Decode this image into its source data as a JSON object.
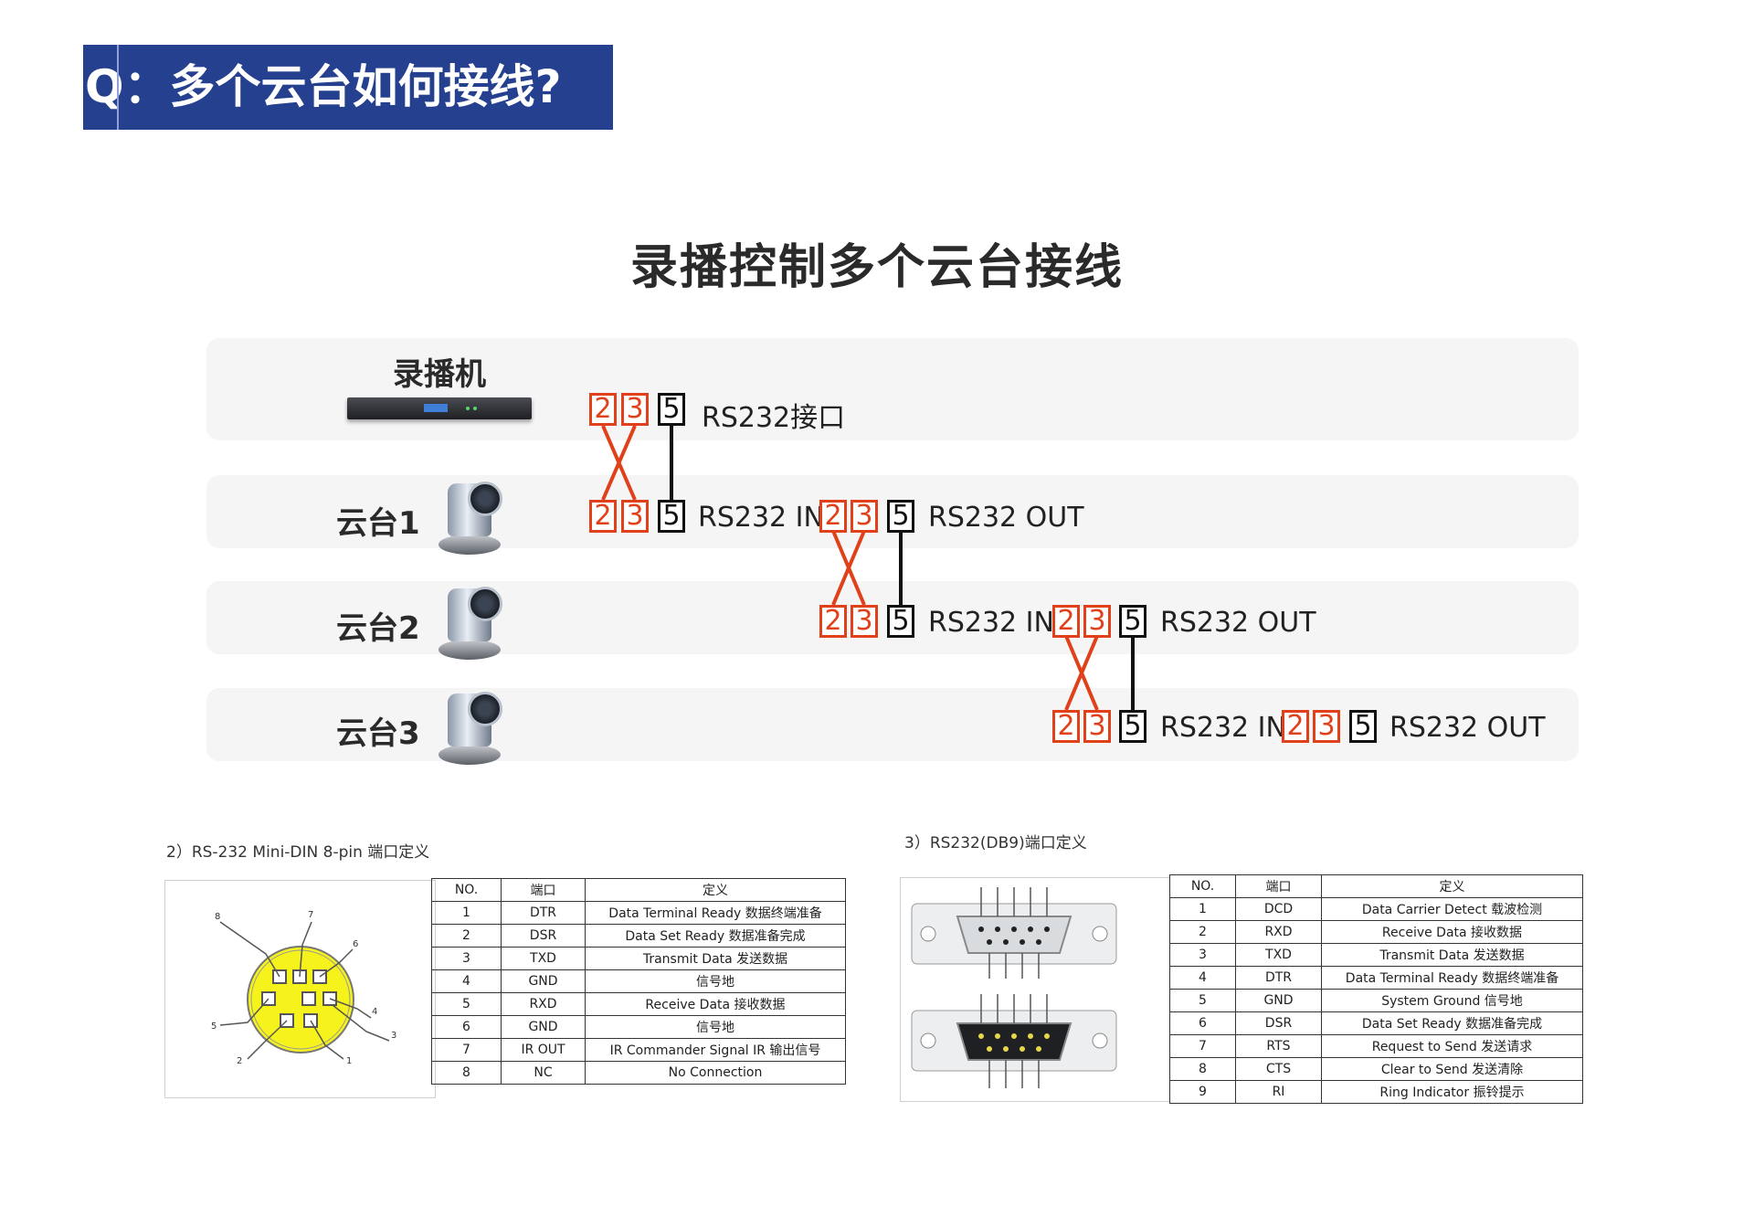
{
  "header": {
    "question": "Q：多个云台如何接线?"
  },
  "diagram": {
    "title": "录播控制多个云台接线",
    "recorder_label": "录播机",
    "recorder_port_label": "RS232接口",
    "pins": [
      "2",
      "3",
      "5"
    ],
    "cameras": [
      {
        "label": "云台1",
        "in_label": "RS232 IN",
        "out_label": "RS232 OUT"
      },
      {
        "label": "云台2",
        "in_label": "RS232 IN",
        "out_label": "RS232 OUT"
      },
      {
        "label": "云台3",
        "in_label": "RS232 IN",
        "out_label": "RS232 OUT"
      }
    ],
    "colors": {
      "crossed_pins": "#e0401a",
      "ground_pin": "#111111",
      "header_bg": "#25408f",
      "band_bg": "#f5f5f5"
    }
  },
  "minidin": {
    "caption": "2）RS-232 Mini-DIN 8-pin 端口定义",
    "connector_pin_numbers": [
      "8",
      "7",
      "6",
      "5",
      "4",
      "3",
      "2",
      "1"
    ],
    "headers": [
      "NO.",
      "端口",
      "定义"
    ],
    "rows": [
      [
        "1",
        "DTR",
        "Data Terminal Ready 数据终端准备"
      ],
      [
        "2",
        "DSR",
        "Data Set Ready 数据准备完成"
      ],
      [
        "3",
        "TXD",
        "Transmit Data 发送数据"
      ],
      [
        "4",
        "GND",
        "信号地"
      ],
      [
        "5",
        "RXD",
        "Receive Data 接收数据"
      ],
      [
        "6",
        "GND",
        "信号地"
      ],
      [
        "7",
        "IR OUT",
        "IR Commander Signal IR 输出信号"
      ],
      [
        "8",
        "NC",
        "No Connection"
      ]
    ]
  },
  "db9": {
    "caption": "3）RS232(DB9)端口定义",
    "headers": [
      "NO.",
      "端口",
      "定义"
    ],
    "rows": [
      [
        "1",
        "DCD",
        "Data Carrier Detect 载波检测"
      ],
      [
        "2",
        "RXD",
        "Receive Data 接收数据"
      ],
      [
        "3",
        "TXD",
        "Transmit Data 发送数据"
      ],
      [
        "4",
        "DTR",
        "Data Terminal Ready 数据终端准备"
      ],
      [
        "5",
        "GND",
        "System Ground 信号地"
      ],
      [
        "6",
        "DSR",
        "Data Set Ready 数据准备完成"
      ],
      [
        "7",
        "RTS",
        "Request to Send 发送请求"
      ],
      [
        "8",
        "CTS",
        "Clear to Send 发送清除"
      ],
      [
        "9",
        "RI",
        "Ring Indicator 振铃提示"
      ]
    ]
  }
}
